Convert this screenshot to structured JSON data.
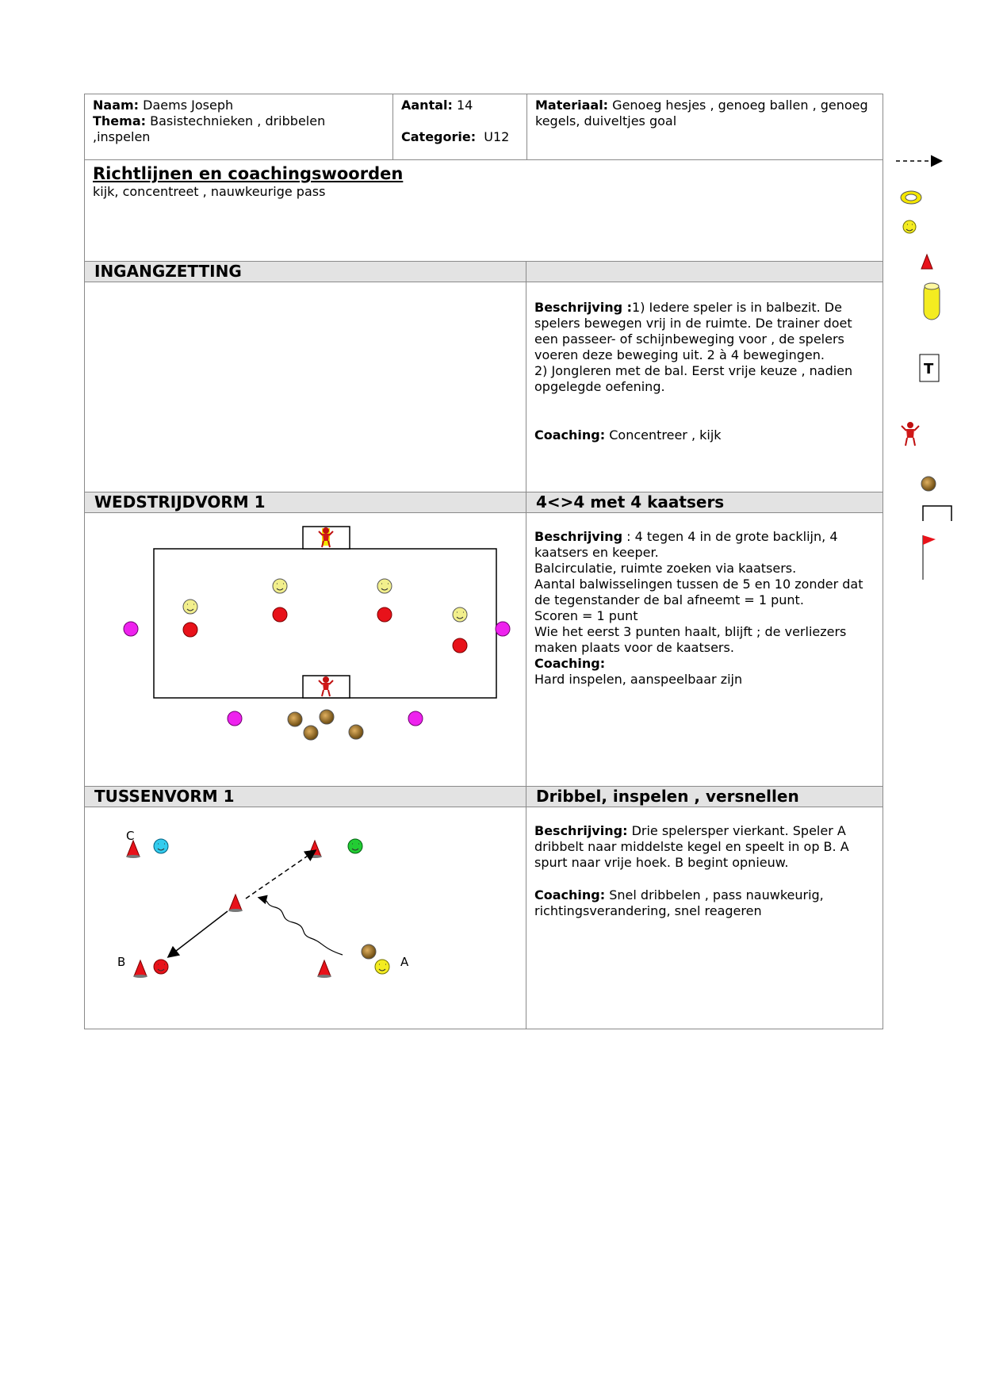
{
  "header": {
    "naam_label": "Naam:",
    "naam_value": "Daems Joseph",
    "thema_label": "Thema:",
    "thema_value": "Basistechnieken , dribbelen ,inspelen",
    "aantal_label": "Aantal:",
    "aantal_value": "14",
    "categorie_label": "Categorie:",
    "categorie_value": "U12",
    "materiaal_label": "Materiaal:",
    "materiaal_value": "Genoeg hesjes , genoeg ballen , genoeg kegels, duiveltjes goal"
  },
  "guidelines": {
    "title": "Richtlijnen en coachingswoorden",
    "text": "kijk, concentreet , nauwkeurige pass"
  },
  "sections": [
    {
      "heading": "INGANGZETTING",
      "subheading": "",
      "beschrijving_label": "Beschrijving :",
      "beschrijving_lines": [
        "1) Iedere speler is in balbezit. De spelers bewegen vrij in de ruimte. De trainer doet een passeer- of schijnbeweging voor , de spelers voeren deze beweging uit. 2 à 4 bewegingen.",
        "2) Jongleren met de bal. Eerst vrije keuze , nadien opgelegde oefening."
      ],
      "coaching_label": "Coaching:",
      "coaching_text": "Concentreer , kijk"
    },
    {
      "heading": "WEDSTRIJDVORM 1",
      "subheading": "4<>4 met 4 kaatsers",
      "beschrijving_label": "Beschrijving",
      "beschrijving_lines": [
        ": 4 tegen 4 in de grote backlijn, 4 kaatsers en keeper.",
        "Balcirculatie, ruimte zoeken via kaatsers.",
        "Aantal balwisselingen tussen de 5 en 10  zonder dat de tegenstander de bal afneemt = 1 punt.",
        "Scoren = 1 punt",
        "Wie het eerst 3 punten haalt, blijft ; de verliezers maken plaats voor de kaatsers."
      ],
      "coaching_label": "Coaching:",
      "coaching_text": "Hard inspelen, aanspeelbaar zijn"
    },
    {
      "heading": "TUSSENVORM 1",
      "subheading": "Dribbel, inspelen , versnellen",
      "beschrijving_label": "Beschrijving:",
      "beschrijving_lines": [
        "Drie spelersper vierkant. Speler A dribbelt naar middelste kegel en speelt in op B. A spurt naar vrije hoek. B begint opnieuw."
      ],
      "coaching_label": "Coaching:",
      "coaching_text": "Snel dribbelen , pass nauwkeurig, richtingsverandering, snel reageren"
    }
  ],
  "diagram_labels": {
    "a": "A",
    "b": "B",
    "c": "C"
  },
  "legend_icons": [
    "dashed-arrow-icon",
    "ring-icon",
    "smiley-icon",
    "cone-icon",
    "pole-icon",
    "trainer-icon",
    "goalkeeper-icon",
    "ball-icon",
    "goal-icon",
    "flag-icon"
  ],
  "colors": {
    "red": "#e8121a",
    "yellow": "#f2ef8c",
    "magenta": "#ee22ee",
    "cyan": "#33ccee",
    "green": "#22cc33",
    "ball": "#a07830",
    "header_bg": "#e3e3e3"
  }
}
